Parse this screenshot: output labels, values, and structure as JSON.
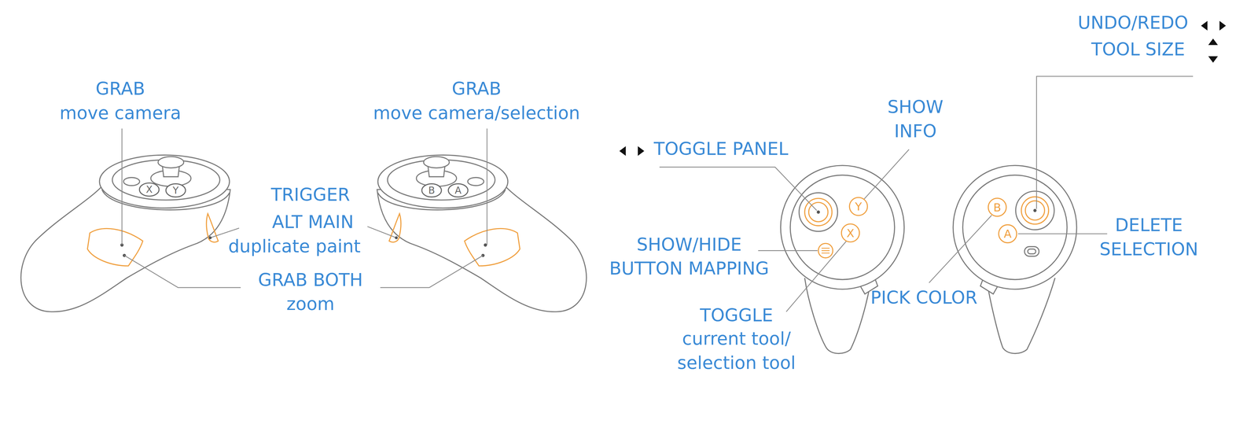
{
  "diagram": {
    "nodes": [
      {
        "text": [
          "X"
        ]
      },
      {
        "text": [
          "Y"
        ]
      },
      {
        "text": [
          "B"
        ]
      },
      {
        "text": [
          "A"
        ]
      },
      {
        "text": [
          "Y"
        ]
      },
      {
        "text": [
          "X"
        ]
      },
      {
        "text": [
          "B"
        ]
      },
      {
        "text": [
          "A"
        ]
      }
    ],
    "labels": [
      "GRAB",
      "move camera",
      "GRAB",
      "move camera/selection",
      "TRIGGER",
      "ALT MAIN",
      "duplicate paint",
      "GRAB BOTH",
      "zoom",
      "TOGGLE PANEL",
      "SHOW INFO",
      "SHOW/HIDE BUTTON MAPPING",
      "TOGGLE",
      "current tool/ selection tool",
      "UNDO/REDO",
      "TOOL SIZE",
      "DELETE SELECTION",
      "PICK COLOR"
    ]
  }
}
